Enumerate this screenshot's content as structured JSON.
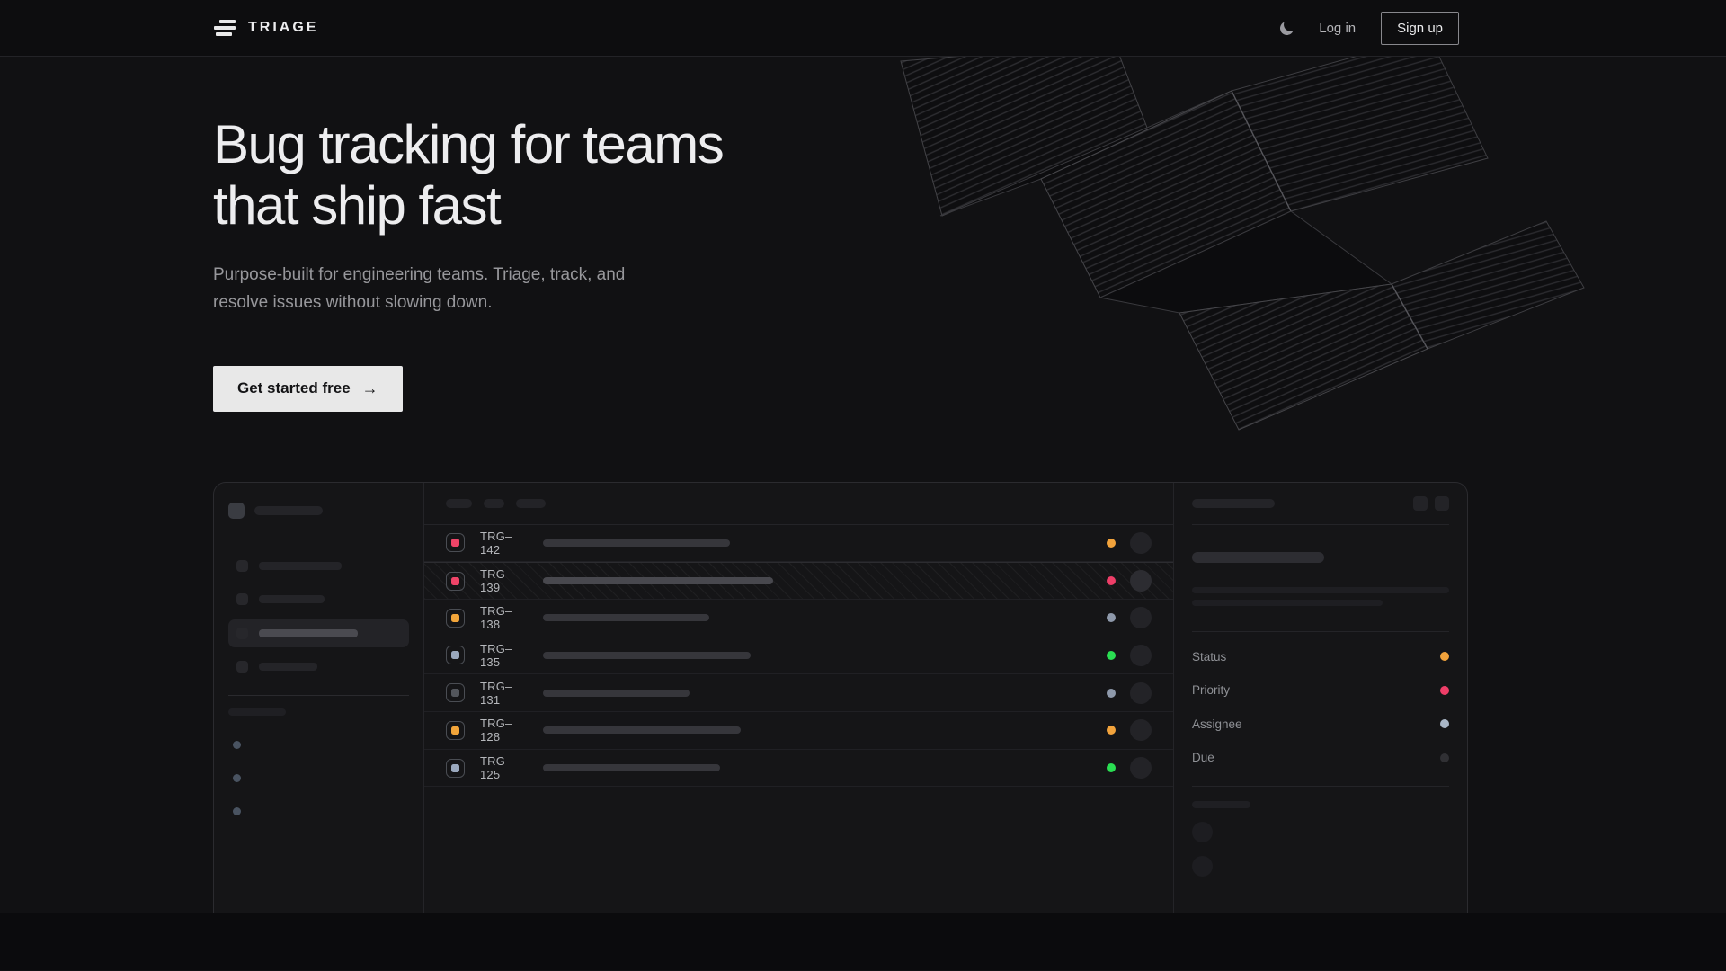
{
  "nav": {
    "brand": "TRIAGE",
    "login_label": "Log in",
    "signup_label": "Sign up"
  },
  "hero": {
    "heading_line1": "Bug tracking for teams",
    "heading_line2": "that ship fast",
    "subtitle": "Purpose-built for engineering teams. Triage, track, and resolve issues without slowing down.",
    "cta_label": "Get started free",
    "cta_arrow": "→"
  },
  "mockup": {
    "issues": [
      {
        "id": "TRG–142",
        "icon_color": "#ef4468",
        "status_color": "#f2a33c",
        "hatched": false
      },
      {
        "id": "TRG–139",
        "icon_color": "#ef4468",
        "status_color": "#ee3e68",
        "hatched": true
      },
      {
        "id": "TRG–138",
        "icon_color": "#f2a53a",
        "status_color": "#8e99ab",
        "hatched": false
      },
      {
        "id": "TRG–135",
        "icon_color": "#9aa8bd",
        "status_color": "#2ade52",
        "hatched": false
      },
      {
        "id": "TRG–131",
        "icon_color": "#53565c",
        "status_color": "#8e99ab",
        "hatched": false
      },
      {
        "id": "TRG–128",
        "icon_color": "#f2a53a",
        "status_color": "#f2a33c",
        "hatched": false
      },
      {
        "id": "TRG–125",
        "icon_color": "#9aa8bd",
        "status_color": "#2ade52",
        "hatched": false
      }
    ],
    "detail_fields": [
      {
        "label": "Status",
        "color": "#f2a33c"
      },
      {
        "label": "Priority",
        "color": "#ee3e68"
      },
      {
        "label": "Assignee",
        "color": "#a9b6c6"
      },
      {
        "label": "Due",
        "color": "#303034"
      }
    ]
  },
  "colors": {
    "background": "#111113",
    "nav_background": "#0d0d0f",
    "panel_background": "#151517",
    "accent_amber": "#f2a33c",
    "accent_pink": "#ee3e68",
    "accent_green": "#2ade52",
    "accent_slate": "#8e99ab",
    "cta_background": "#e8e8e8"
  }
}
